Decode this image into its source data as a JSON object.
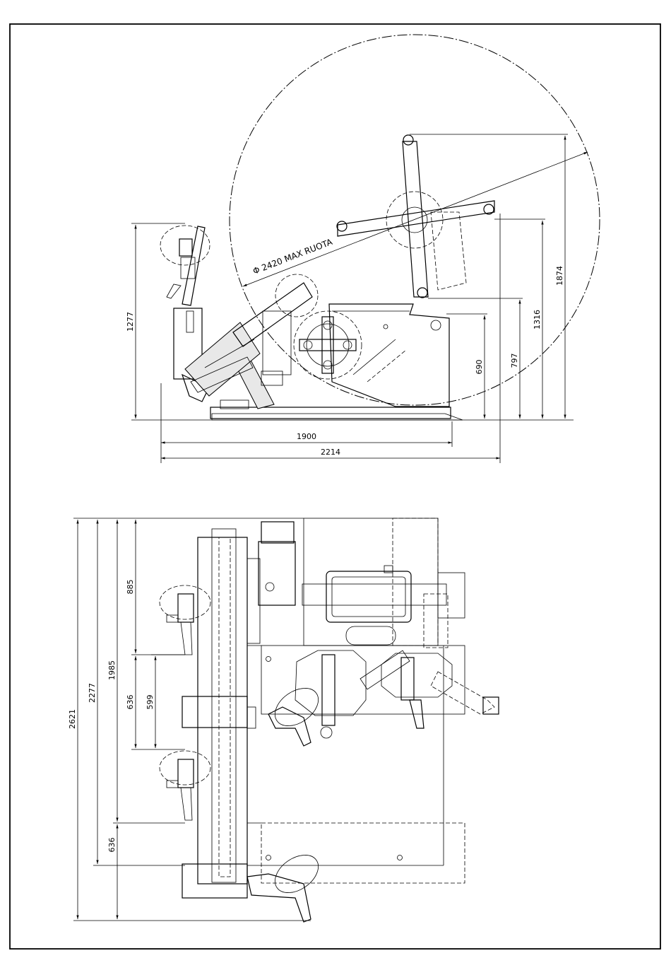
{
  "side_view": {
    "diameter_label": "Φ 2420  MAX RUOTA",
    "dim_width_1900": "1900",
    "dim_width_2214": "2214",
    "dim_height_1277": "1277",
    "dim_height_690": "690",
    "dim_height_797": "797",
    "dim_height_1316": "1316",
    "dim_height_1874": "1874"
  },
  "top_view": {
    "dim_2621": "2621",
    "dim_2277": "2277",
    "dim_1985": "1985",
    "dim_885": "885",
    "dim_636_upper": "636",
    "dim_599": "599",
    "dim_636_lower": "636"
  }
}
